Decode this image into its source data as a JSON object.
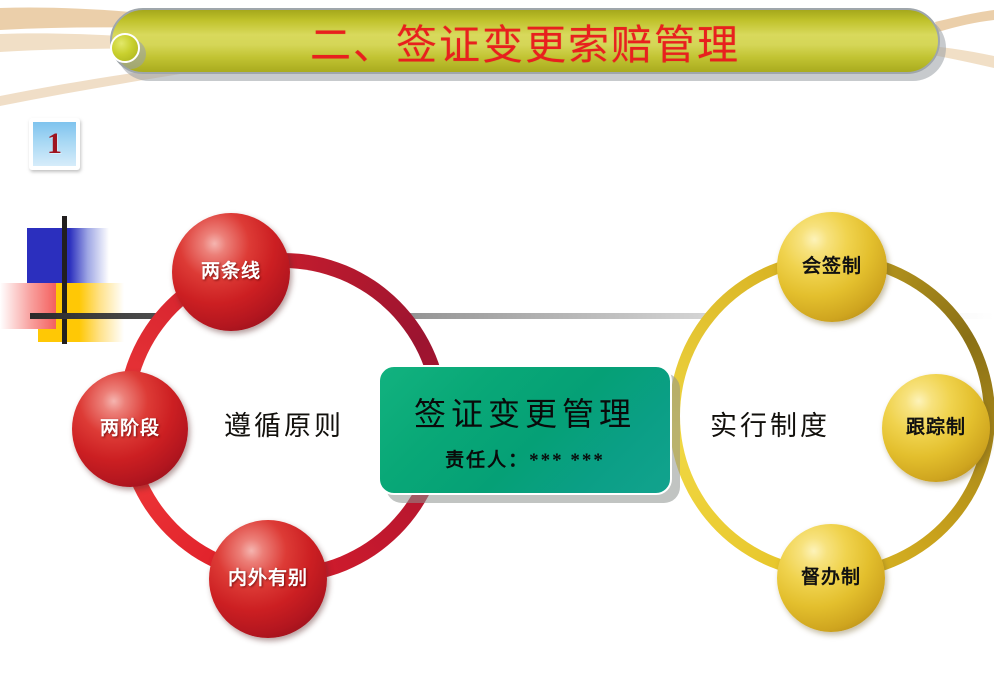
{
  "slide": {
    "background_color": "#ffffff",
    "title_banner": {
      "text": "二、签证变更索赔管理",
      "text_color": "#e8201e",
      "fill_color": "#cfd14a",
      "knob_icon": "circle-knob-icon"
    },
    "number_badge": {
      "value": "1",
      "text_color": "#9e1420",
      "fill_color": "#a8d8f4"
    },
    "decor": {
      "blue_block_color": "#2b2fbe",
      "yellow_block_color": "#ffc805",
      "pink_block_color": "#f4605e",
      "bar_color": "#221f1f"
    },
    "center_card": {
      "title": "签证变更管理",
      "subtitle": "责任人：*** ***",
      "fill_color": "#05a076",
      "text_color": "#0a0a0a"
    },
    "left_cycle": {
      "caption": "遵循原则",
      "ring_color": "#cc1f22",
      "nodes": [
        {
          "label": "两条线",
          "position": "top"
        },
        {
          "label": "两阶段",
          "position": "left"
        },
        {
          "label": "内外有别",
          "position": "bottom"
        }
      ]
    },
    "right_cycle": {
      "caption": "实行制度",
      "ring_color": "#d9b424",
      "nodes": [
        {
          "label": "会签制",
          "position": "top"
        },
        {
          "label": "跟踪制",
          "position": "right"
        },
        {
          "label": "督办制",
          "position": "bottom"
        }
      ]
    }
  }
}
